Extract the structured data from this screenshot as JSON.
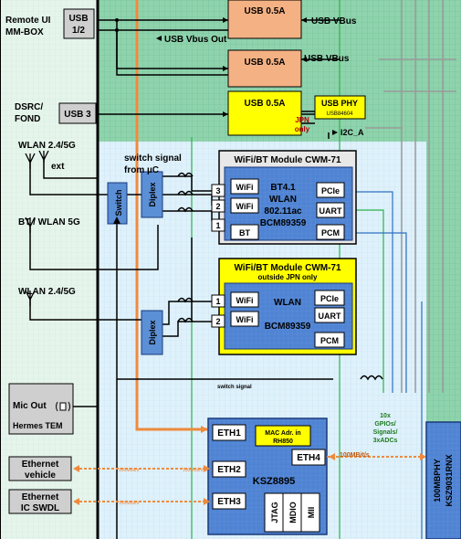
{
  "connectors": {
    "remote_ui": [
      "Remote UI",
      "MM-BOX"
    ],
    "usb12": [
      "USB",
      "1/2"
    ],
    "dsrc": [
      "DSRC/",
      "FOND"
    ],
    "usb3": "USB 3",
    "wlan_top": "WLAN 2.4/5G",
    "ext": "ext",
    "bt_wlan": "BT / WLAN 5G",
    "wlan_mid": "WLAN 2.4/5G",
    "mic_out": [
      "Mic Out",
      "Hermes TEM"
    ],
    "eth_vehicle": [
      "Ethernet",
      "vehicle"
    ],
    "eth_ic": [
      "Ethernet",
      "IC SWDL"
    ]
  },
  "usb": {
    "box1": "USB 0.5A",
    "box2": "USB 0.5A",
    "box3": "USB 0.5A",
    "vbus1": "USB VBus",
    "vbus2": "USB VBus",
    "vbus_out": "USB Vbus Out",
    "phy_title": "USB PHY",
    "phy_part": "USB84604",
    "jpn_only": [
      "JPN",
      "only"
    ],
    "i2c": "I2C_A"
  },
  "switch_signal": [
    "switch signal",
    "from µC"
  ],
  "switch_label": "Switch",
  "diplex": "Diplex",
  "module1": {
    "title": "WiFi/BT Module CWM-71",
    "core": [
      "BT4.1",
      "WLAN",
      "802.11ac",
      "BCM89359"
    ],
    "ports": [
      "WiFi",
      "WiFi",
      "BT"
    ],
    "nums": [
      "3",
      "2",
      "1"
    ],
    "ifaces": [
      "PCIe",
      "UART",
      "PCM"
    ]
  },
  "module2": {
    "title": "WiFi/BT Module CWM-71",
    "subtitle": "outside JPN only",
    "core": [
      "WLAN",
      "BCM89359"
    ],
    "ports": [
      "WiFi",
      "WiFi"
    ],
    "nums": [
      "1",
      "2"
    ],
    "ifaces": [
      "PCIe",
      "UART",
      "PCM"
    ]
  },
  "switch_signal_small": "switch signal",
  "gpio_note": [
    "10x",
    "GPIOs/",
    "Signals/",
    "3xADCs"
  ],
  "ksz": {
    "name": "KSZ8895",
    "eth": [
      "ETH1",
      "ETH2",
      "ETH3",
      "ETH4"
    ],
    "mac": [
      "MAC Adr. in",
      "RH850"
    ],
    "ifaces": [
      "JTAG",
      "MDIO",
      "MII"
    ]
  },
  "speeds": {
    "s100": "100MBit/s",
    "s100a": "100MBit/s",
    "s100b": "100MBit/s",
    "s100m": "100MBit/s"
  },
  "phy100": [
    "100MBPHY",
    "KSZ9031RNX"
  ],
  "colors": {
    "orange": "#f08a3c",
    "module_blue": "#4a7fd0",
    "yellow": "#ffff00",
    "green_grid": "#78c8a0",
    "light_blue": "#d9eefa"
  }
}
